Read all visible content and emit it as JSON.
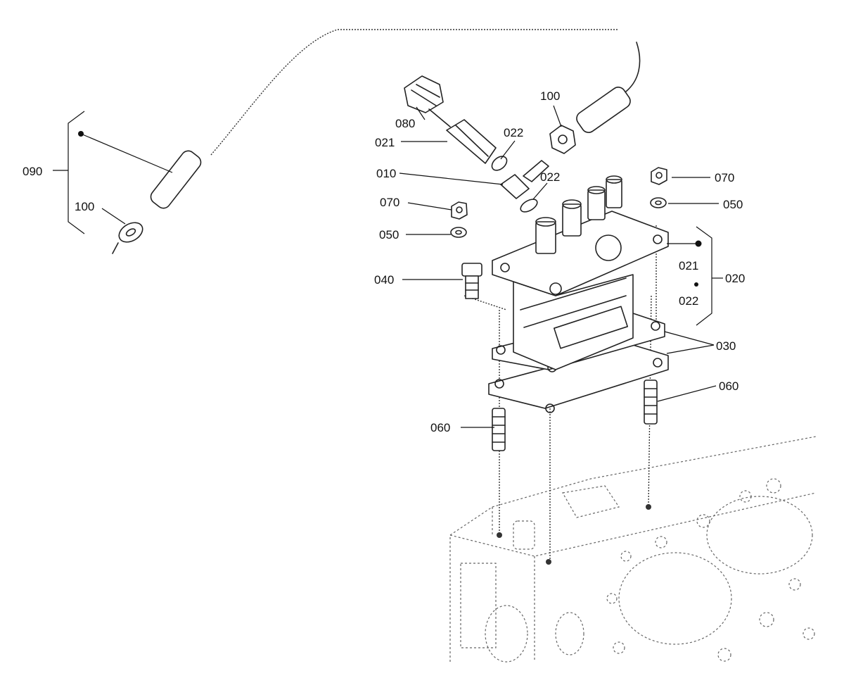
{
  "diagram": {
    "callouts": {
      "c090": "090",
      "c100_left": "100",
      "c080": "080",
      "c021_top": "021",
      "c022_top": "022",
      "c100_right": "100",
      "c010": "010",
      "c022_mid": "022",
      "c070_left": "070",
      "c050_left": "050",
      "c040": "040",
      "c070_right": "070",
      "c050_right": "050",
      "c021_group": "021",
      "c022_group": "022",
      "c020": "020",
      "c030": "030",
      "c060_right": "060",
      "c060_left": "060"
    }
  }
}
